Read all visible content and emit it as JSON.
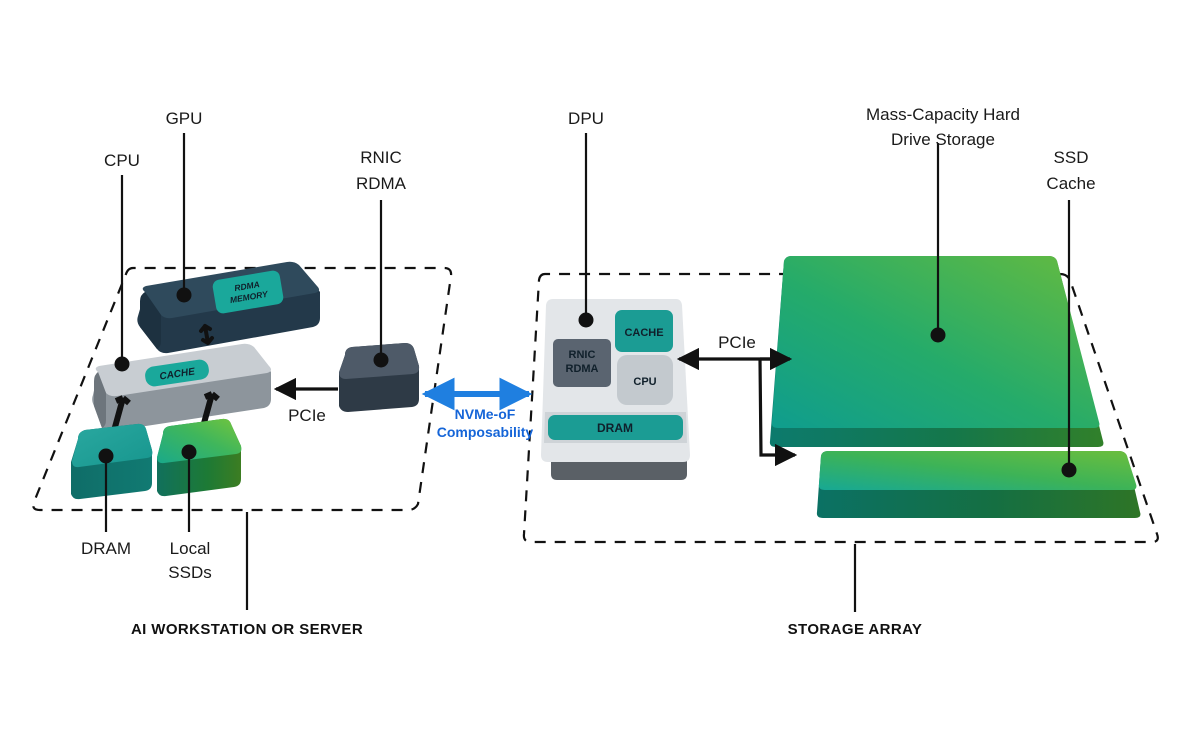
{
  "diagram": {
    "title": "NVMe-oF composable AI workstation and storage array architecture",
    "background": "#ffffff",
    "colors": {
      "gpu_navy": "#2f4a5c",
      "gpu_navy_dark": "#23394a",
      "teal": "#1aa89b",
      "teal_dark": "#17857c",
      "cpu_grey": "#c8cdd2",
      "cpu_grey_dark": "#7d858c",
      "rnic_slate": "#4e5a68",
      "rnic_slate_dark": "#2e3a46",
      "dram_teal": "#1b9c94",
      "ssd_green": "#55b947",
      "storage_green": "#3fae4a",
      "storage_teal": "#12a08e",
      "accent_blue": "#1f7fe0",
      "label_black": "#1a1a1a",
      "dash_black": "#111111"
    }
  },
  "labels": {
    "cpu": "CPU",
    "gpu": "GPU",
    "rnic_rdma_line1": "RNIC",
    "rnic_rdma_line2": "RDMA",
    "dpu": "DPU",
    "mass_capacity_line1": "Mass-Capacity Hard",
    "mass_capacity_line2": "Drive Storage",
    "ssd_cache_line1": "SSD",
    "ssd_cache_line2": "Cache",
    "dram": "DRAM",
    "local_ssds_line1": "Local",
    "local_ssds_line2": "SSDs",
    "pcie_left": "PCIe",
    "pcie_right": "PCIe",
    "nvmeof_line1": "NVMe-oF",
    "nvmeof_line2": "Composability",
    "workstation_caption": "AI WORKSTATION OR SERVER",
    "storage_caption": "STORAGE ARRAY"
  },
  "chips": {
    "rdma_memory_line1": "RDMA",
    "rdma_memory_line2": "MEMORY",
    "cache_left": "CACHE",
    "dpu_cache": "CACHE",
    "dpu_rnic_line1": "RNIC",
    "dpu_rnic_line2": "RDMA",
    "dpu_cpu": "CPU",
    "dpu_dram": "DRAM"
  },
  "groups": [
    {
      "name": "ai-workstation",
      "caption": "AI WORKSTATION OR SERVER"
    },
    {
      "name": "storage-array",
      "caption": "STORAGE ARRAY"
    }
  ]
}
